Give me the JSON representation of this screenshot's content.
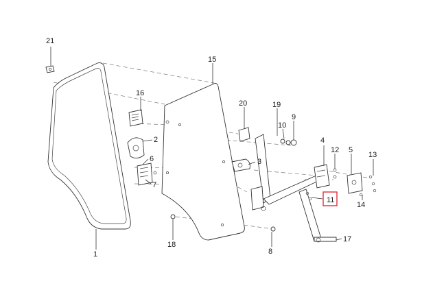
{
  "diagram": {
    "callouts": [
      {
        "id": "c1",
        "text": "1"
      },
      {
        "id": "c2",
        "text": "2"
      },
      {
        "id": "c3",
        "text": "3"
      },
      {
        "id": "c4",
        "text": "4"
      },
      {
        "id": "c5",
        "text": "5"
      },
      {
        "id": "c6",
        "text": "6"
      },
      {
        "id": "c7",
        "text": "7"
      },
      {
        "id": "c8",
        "text": "8"
      },
      {
        "id": "c9",
        "text": "9"
      },
      {
        "id": "c10",
        "text": "10"
      },
      {
        "id": "c11",
        "text": "11"
      },
      {
        "id": "c12",
        "text": "12"
      },
      {
        "id": "c13",
        "text": "13"
      },
      {
        "id": "c14",
        "text": "14"
      },
      {
        "id": "c15",
        "text": "15"
      },
      {
        "id": "c16",
        "text": "16"
      },
      {
        "id": "c17",
        "text": "17"
      },
      {
        "id": "c18",
        "text": "18"
      },
      {
        "id": "c19",
        "text": "19"
      },
      {
        "id": "c20",
        "text": "20"
      },
      {
        "id": "c21",
        "text": "21"
      }
    ],
    "highlighted_callout": "11",
    "highlight_color": "#e0303a"
  }
}
